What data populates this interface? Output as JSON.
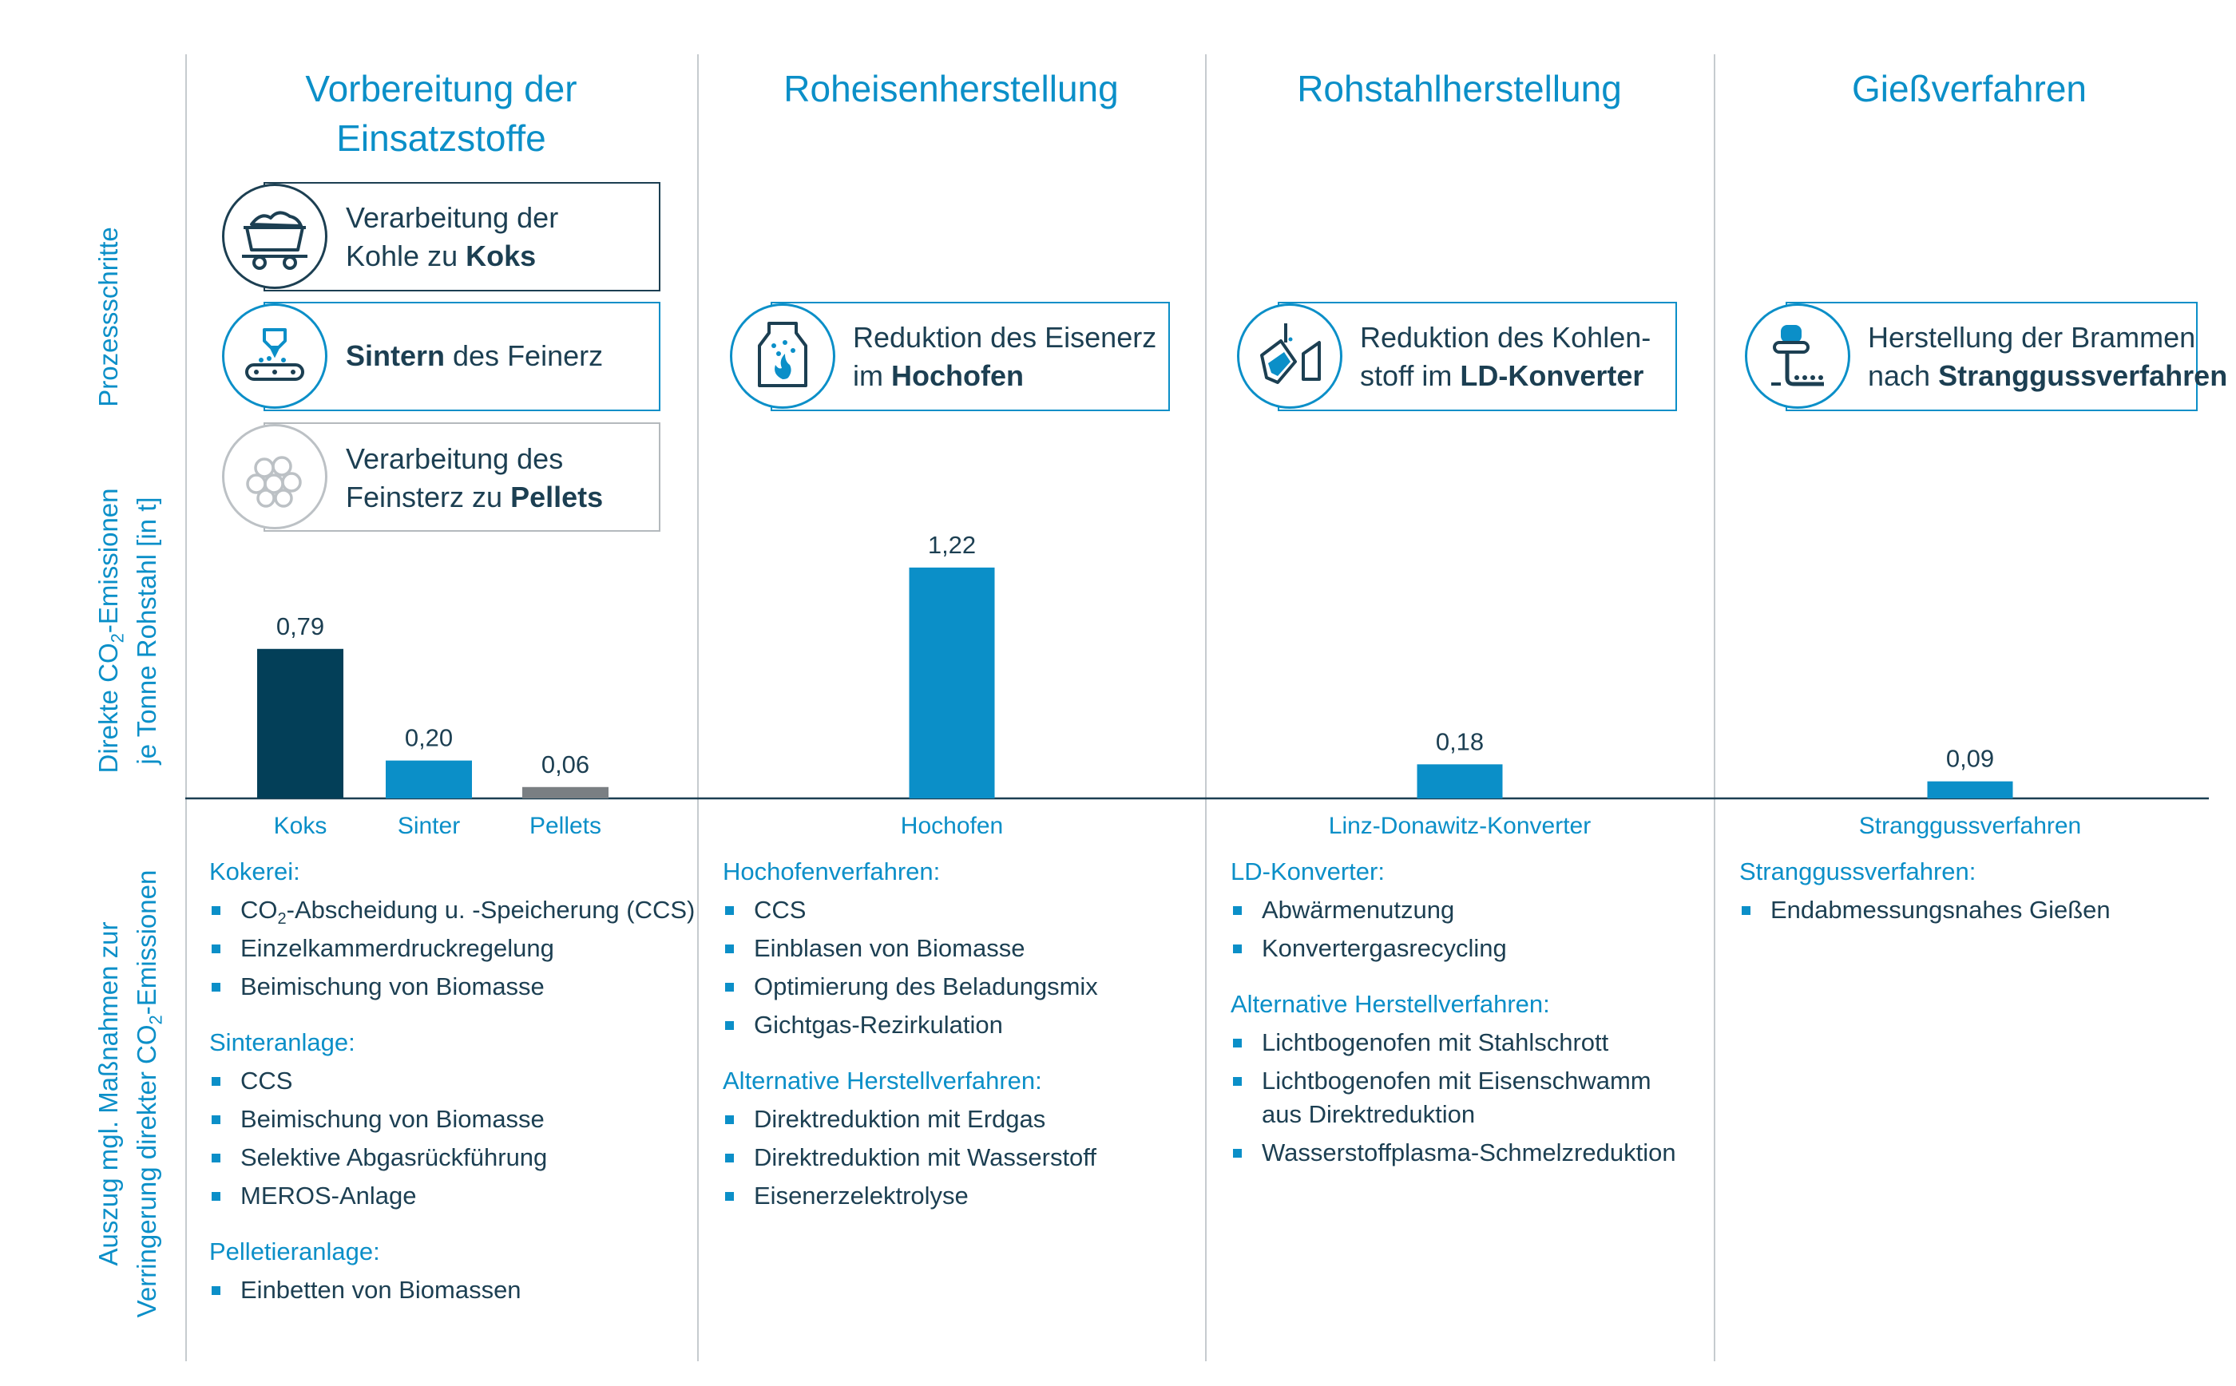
{
  "row_labels": {
    "process_steps": "Prozessschritte",
    "emissions_line1_pre": "Direkte CO",
    "emissions_line1_sub": "2",
    "emissions_line1_post": "-Emissionen",
    "emissions_line2": "je Tonne Rohstahl [in t]",
    "measures_line1": "Auszug mgl. Maßnahmen zur",
    "measures_line2_pre": "Verringerung direkter CO",
    "measures_line2_sub": "2",
    "measures_line2_post": "-Emissionen"
  },
  "columns": [
    {
      "title_line1": "Vorbereitung der",
      "title_line2": "Einsatzstoffe"
    },
    {
      "title_line1": "Roheisenherstellung"
    },
    {
      "title_line1": "Rohstahlherstellung"
    },
    {
      "title_line1": "Gießverfahren"
    }
  ],
  "process_steps": {
    "koks": {
      "line1": "Verarbeitung der",
      "line2_pre": "Kohle zu ",
      "line2_bold": "Koks",
      "icon": "coal-cart-icon"
    },
    "sinter": {
      "bold": "Sintern",
      "rest": " des Feinerz",
      "icon": "sinter-conveyor-icon"
    },
    "pellets": {
      "line1": "Verarbeitung des",
      "line2_pre": "Feinsterz zu ",
      "line2_bold": "Pellets",
      "icon": "pellets-icon"
    },
    "hochofen": {
      "line1": "Reduktion des Eisenerz",
      "line2_pre": "im ",
      "line2_bold": "Hochofen",
      "icon": "blast-furnace-icon"
    },
    "ld": {
      "line1": "Reduktion des Kohlen-",
      "line2_pre": "stoff im ",
      "line2_bold": "LD-Konverter",
      "icon": "converter-icon"
    },
    "guss": {
      "line1": "Herstellung der Brammen",
      "line2_pre": "nach ",
      "line2_bold": "Stranggussverfahren",
      "icon": "continuous-casting-icon"
    }
  },
  "colors": {
    "dark": "#033f58",
    "blue": "#0b8fc8",
    "grey": "#7a7f83",
    "text": "#1c3f52"
  },
  "chart_data": {
    "type": "bar",
    "ylabel": "Direkte CO2-Emissionen je Tonne Rohstahl [in t]",
    "ylim": [
      0,
      1.25
    ],
    "categories": [
      "Koks",
      "Sinter",
      "Pellets",
      "Hochofen",
      "Linz-Donawitz-Konverter",
      "Stranggussverfahren"
    ],
    "values": [
      0.79,
      0.2,
      0.06,
      1.22,
      0.18,
      0.09
    ],
    "value_labels": [
      "0,79",
      "0,20",
      "0,06",
      "1,22",
      "0,18",
      "0,09"
    ],
    "bar_colors": [
      "dark",
      "blue",
      "grey",
      "blue",
      "blue",
      "blue"
    ],
    "grid": false
  },
  "measures": {
    "col1": [
      {
        "heading": "Kokerei:",
        "items": [
          "Einzelkammerdruckregelung",
          "Beimischung von Biomasse"
        ],
        "ccs_pre": "CO",
        "ccs_sub": "2",
        "ccs_post": "-Abscheidung u. -Speicherung (CCS)"
      },
      {
        "heading": "Sinteranlage:",
        "items": [
          "CCS",
          "Beimischung von Biomasse",
          "Selektive Abgasrückführung",
          "MEROS-Anlage"
        ]
      },
      {
        "heading": "Pelletieranlage:",
        "items": [
          "Einbetten von Biomassen"
        ]
      }
    ],
    "col2": [
      {
        "heading": "Hochofenverfahren:",
        "items": [
          "CCS",
          "Einblasen von Biomasse",
          "Optimierung des Beladungsmix",
          "Gichtgas-Rezirkulation"
        ]
      },
      {
        "heading": "Alternative Herstellverfahren:",
        "items": [
          "Direktreduktion mit Erdgas",
          "Direktreduktion mit Wasserstoff",
          "Eisenerzelektrolyse"
        ]
      }
    ],
    "col3": [
      {
        "heading": "LD-Konverter:",
        "items": [
          "Abwärmenutzung",
          "Konvertergasrecycling"
        ]
      },
      {
        "heading": "Alternative Herstellverfahren:",
        "items": [
          "Lichtbogenofen mit Stahlschrott",
          "Lichtbogenofen mit Eisenschwamm",
          "aus Direktreduktion",
          "Wasserstoffplasma-Schmelzreduktion"
        ]
      }
    ],
    "col4": [
      {
        "heading": "Stranggussverfahren:",
        "items": [
          "Endabmessungsnahes Gießen"
        ]
      }
    ]
  }
}
